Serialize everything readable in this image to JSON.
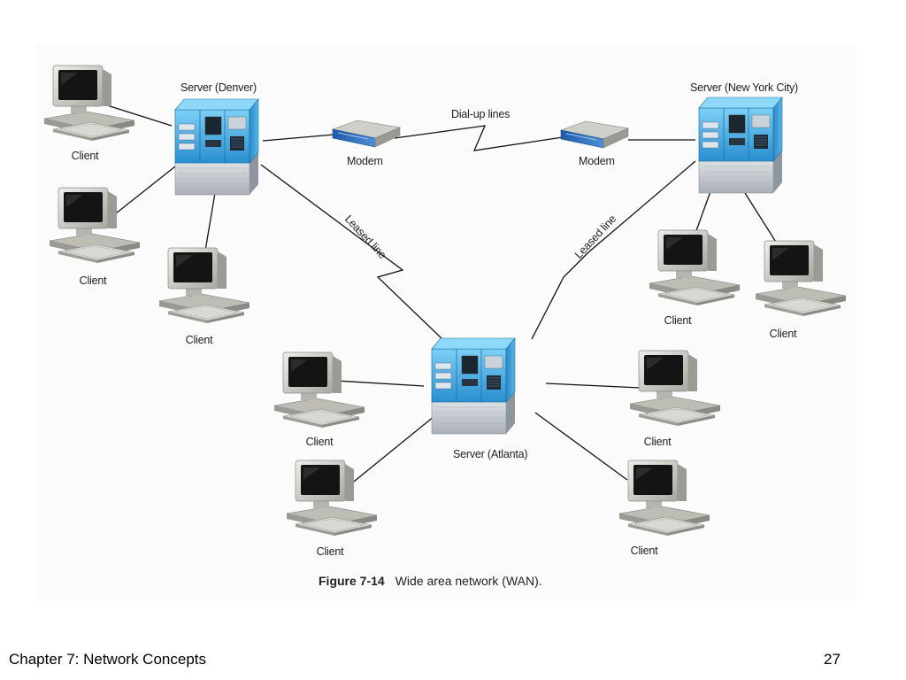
{
  "figure": {
    "label": "Figure 7-14",
    "caption": "Wide area network (WAN).",
    "servers": {
      "denver": "Server (Denver)",
      "nyc": "Server (New York City)",
      "atlanta": "Server (Atlanta)"
    },
    "modem_label": "Modem",
    "dialup_label": "Dial-up lines",
    "leased_label": "Leased line",
    "client_label": "Client"
  },
  "footer": {
    "chapter": "Chapter 7:  Network Concepts",
    "page": "27"
  },
  "colors": {
    "server_blue": "#3aa6e0",
    "server_gray": "#c8cdd2",
    "modem_blue": "#2f6fb8",
    "monitor_gray": "#d4d4d0",
    "line": "#111111"
  },
  "icons": [
    "server-icon",
    "modem-icon",
    "computer-icon"
  ]
}
